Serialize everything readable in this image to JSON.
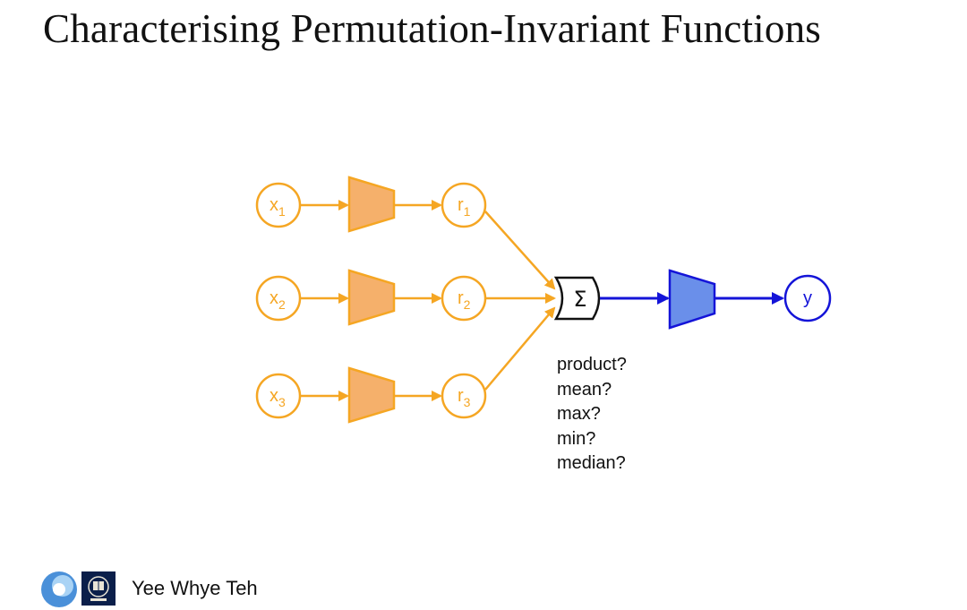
{
  "slide": {
    "title": "Characterising Permutation-Invariant Functions",
    "author": "Yee Whye Teh"
  },
  "diagram": {
    "inputs": [
      {
        "base": "x",
        "sub": "1"
      },
      {
        "base": "x",
        "sub": "2"
      },
      {
        "base": "x",
        "sub": "3"
      }
    ],
    "representations": [
      {
        "base": "r",
        "sub": "1"
      },
      {
        "base": "r",
        "sub": "2"
      },
      {
        "base": "r",
        "sub": "3"
      }
    ],
    "aggregator_symbol": "Σ",
    "output_label": "y",
    "aggregation_alternatives": [
      "product?",
      "mean?",
      "max?",
      "min?",
      "median?"
    ],
    "colors": {
      "encoder_stroke": "#F5A623",
      "encoder_fill": "#F5B06B",
      "decoder_stroke": "#1414D8",
      "decoder_fill": "#6A8FEA",
      "aggregator_stroke": "#111111"
    }
  },
  "logos": {
    "left": "deepmind-logo",
    "right": "oxford-crest-logo"
  }
}
